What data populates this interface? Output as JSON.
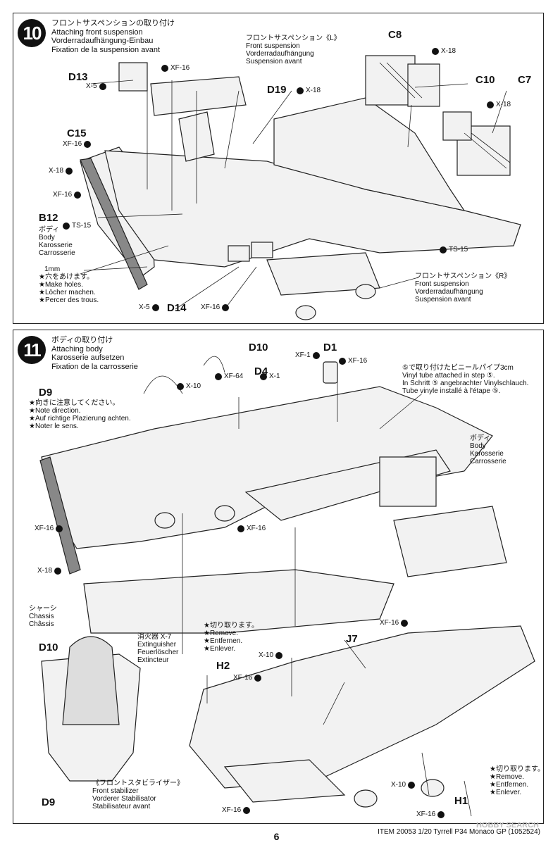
{
  "step10": {
    "number": "10",
    "title": [
      "フロントサスペンションの取り付け",
      "Attaching front suspension",
      "Vorderradaufhängung-Einbau",
      "Fixation de la suspension avant"
    ],
    "suspension_l": [
      "フロントサスペンション《L》",
      "Front suspension",
      "Vorderradaufhängung",
      "Suspension avant"
    ],
    "suspension_r": [
      "フロントサスペンション《R》",
      "Front suspension",
      "Vorderradaufhängung",
      "Suspension avant"
    ],
    "body": [
      "ボディ",
      "Body",
      "Karosserie",
      "Carrosserie"
    ],
    "holes": [
      "1mm",
      "★穴をあけます。",
      "★Make holes.",
      "★Löcher machen.",
      "★Percer des trous."
    ],
    "parts": {
      "d13": "D13",
      "c15": "C15",
      "b12": "B12",
      "d19": "D19",
      "d14": "D14",
      "c8": "C8",
      "c10": "C10",
      "c7": "C7"
    },
    "screws": {
      "xf16": "XF-16",
      "x5": "X-5",
      "x18": "X-18",
      "ts15": "TS-15"
    }
  },
  "step11": {
    "number": "11",
    "title": [
      "ボディの取り付け",
      "Attaching body",
      "Karosserie aufsetzen",
      "Fixation de la carrosserie"
    ],
    "note": [
      "★向きに注意してください。",
      "★Note direction.",
      "★Auf richtige Plazierung achten.",
      "★Noter le sens."
    ],
    "vinyl": [
      "⑤で取り付けたビニールパイプ3cm",
      "Vinyl tube attached in step ⑤.",
      "In Schritt ⑤ angebrachter Vinylschlauch.",
      "Tube vinyle installé à l'étape ⑤."
    ],
    "body": [
      "ボディ",
      "Body",
      "Karosserie",
      "Carrosserie"
    ],
    "chassis": [
      "シャーシ",
      "Chassis",
      "Châssis"
    ],
    "extinguisher": [
      "消火器 X-7",
      "Extinguisher",
      "Feuerlöscher",
      "Extincteur"
    ],
    "cut": [
      "★切り取ります。",
      "★Remove.",
      "★Entfernen.",
      "★Enlever."
    ],
    "stabilizer": [
      "《フロントスタビライザー》",
      "Front stabilizer",
      "Vorderer Stabilisator",
      "Stabilisateur avant"
    ],
    "parts": {
      "d10": "D10",
      "d1": "D1",
      "d4": "D4",
      "d9": "D9",
      "j7": "J7",
      "h2": "H2",
      "h1": "H1"
    },
    "screws": {
      "xf1": "XF-1",
      "xf16": "XF-16",
      "xf64": "XF-64",
      "x1": "X-1",
      "x10": "X-10",
      "x18": "X-18"
    }
  },
  "page_number": "6",
  "footer": "ITEM 20053  1/20 Tyrrell P34 Monaco GP (1052524)",
  "watermark": "HOBBY SEARCH"
}
